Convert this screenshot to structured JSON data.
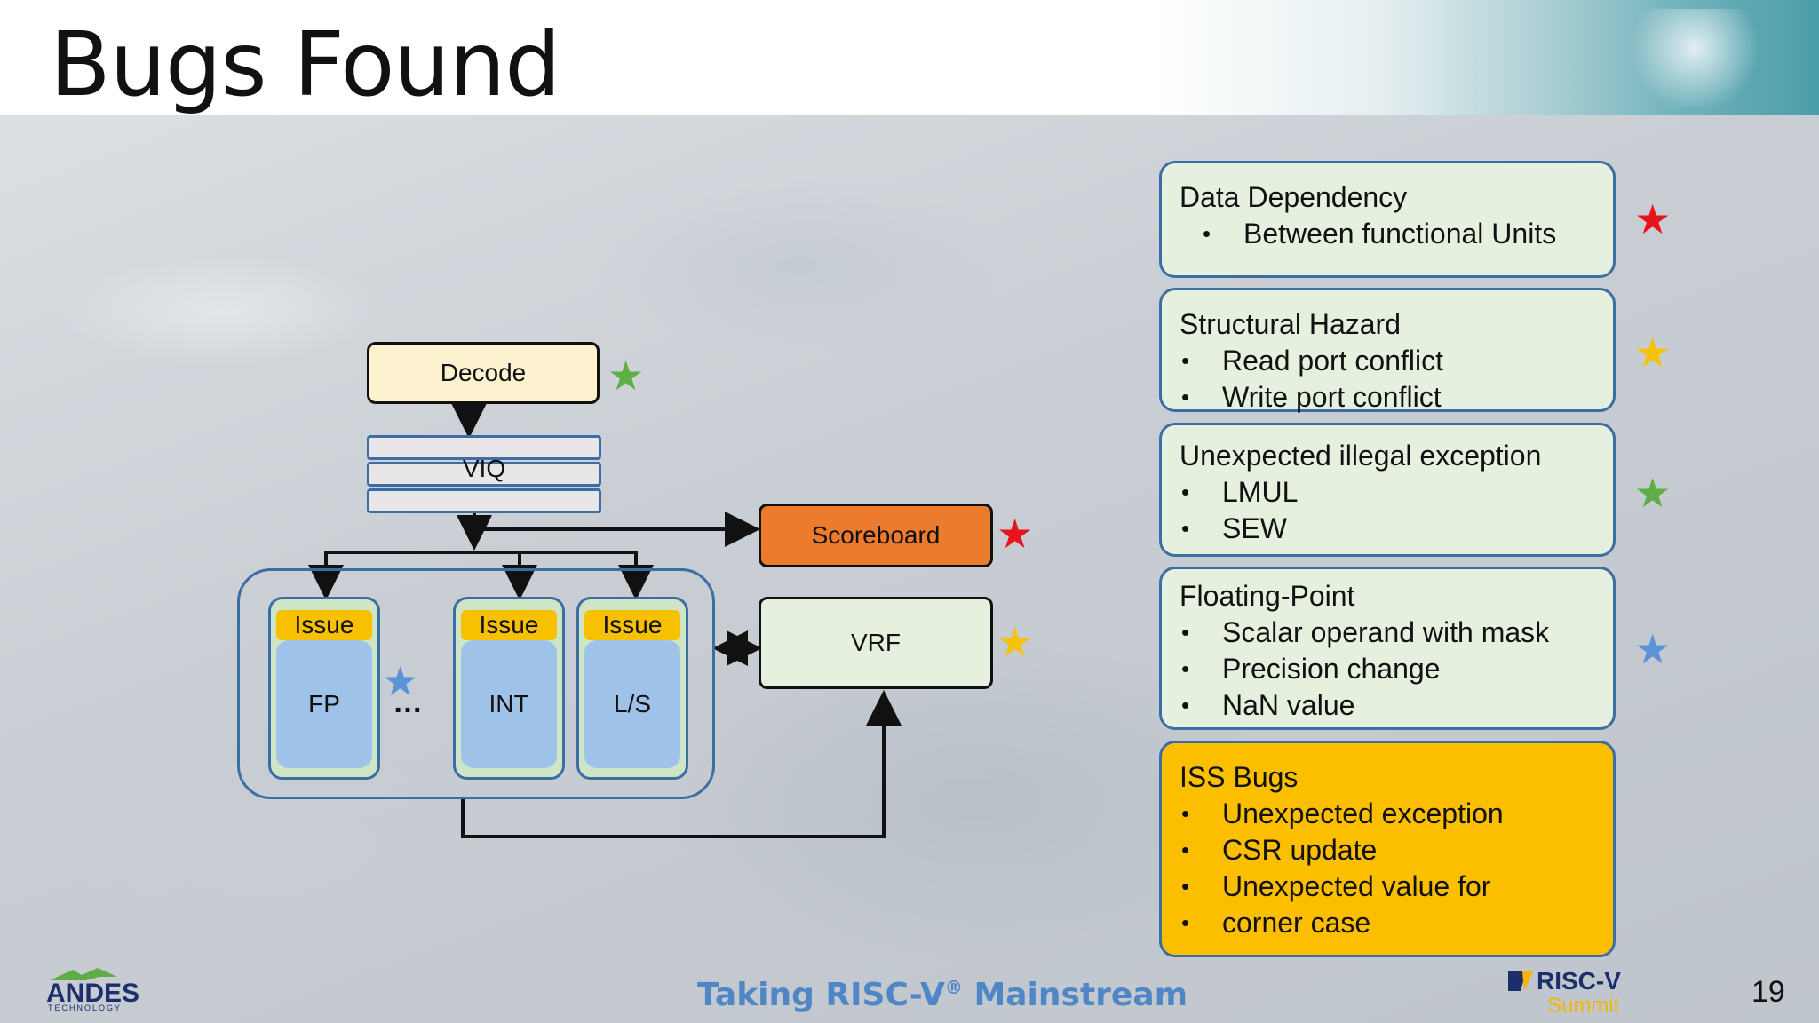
{
  "slide": {
    "title": "Bugs Found",
    "page_number": "19",
    "footer_text": "Taking RISC-V",
    "footer_reg": "®",
    "footer_text2": " Mainstream"
  },
  "diagram": {
    "decode": "Decode",
    "viq": "VIQ",
    "scoreboard": "Scoreboard",
    "vrf": "VRF",
    "issue_label": "Issue",
    "units": [
      "FP",
      "INT",
      "L/S"
    ],
    "ellipsis": "…"
  },
  "cards": [
    {
      "title": "Data Dependency",
      "items": [
        "Between functional Units"
      ],
      "star_color": "#e8141c"
    },
    {
      "title": "Structural Hazard",
      "items": [
        "Read port conflict",
        "Write port conflict"
      ],
      "star_color": "#f5c20a"
    },
    {
      "title": "Unexpected illegal exception",
      "items": [
        "LMUL",
        "SEW"
      ],
      "star_color": "#5fae45"
    },
    {
      "title": "Floating-Point",
      "items": [
        "Scalar operand with mask",
        "Precision change",
        "NaN value"
      ],
      "star_color": "#5a93d6"
    },
    {
      "title": "ISS Bugs",
      "items": [
        "Unexpected exception",
        "CSR update",
        "Unexpected value for",
        "corner case"
      ],
      "star_color": null
    }
  ],
  "stars": {
    "decode": "#5fae45",
    "scoreboard": "#e8141c",
    "vrf": "#f5c20a",
    "fp": "#5a93d6"
  },
  "logos": {
    "andes": "ANDES",
    "andes_sub": "TECHNOLOGY",
    "riscv": "RISC-V",
    "riscv_sub": "Summit"
  }
}
